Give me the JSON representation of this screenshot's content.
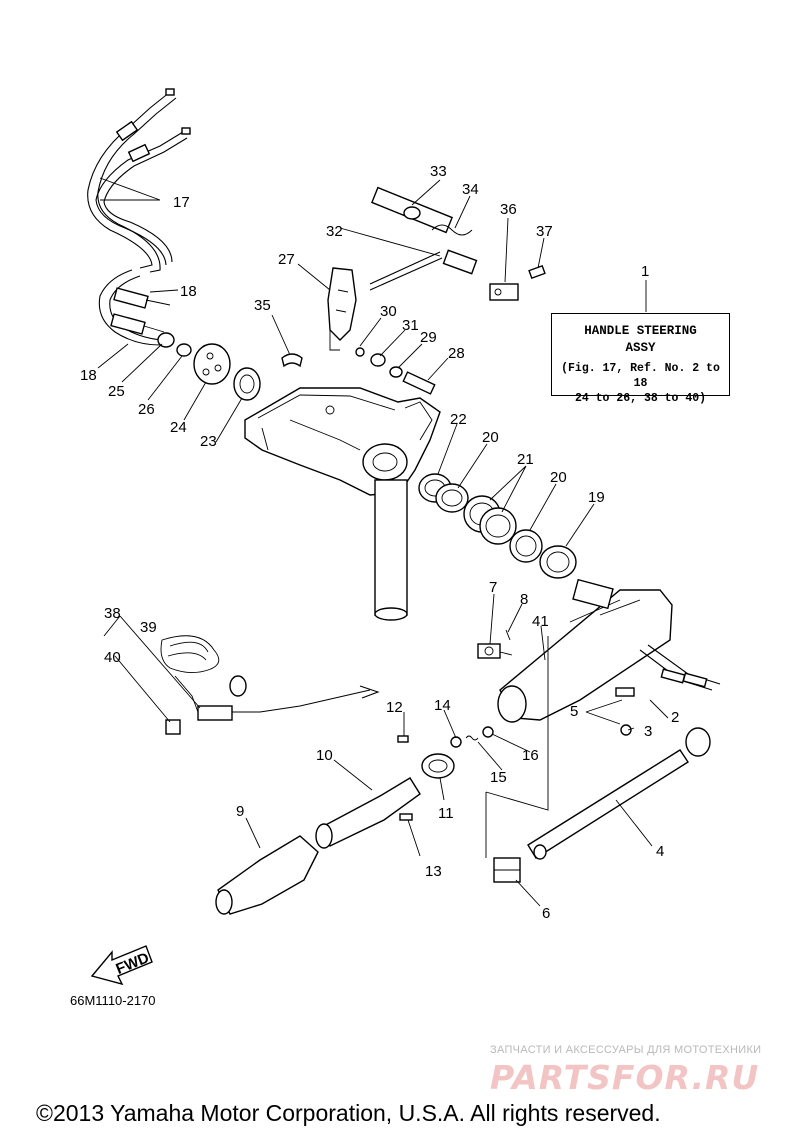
{
  "callout": {
    "number": "1",
    "title": "HANDLE STEERING\nASSY",
    "reference": "(Fig. 17, Ref. No. 2 to 18\n24 to 26, 38 to 40)"
  },
  "part_labels": [
    "2",
    "3",
    "4",
    "5",
    "6",
    "7",
    "8",
    "9",
    "10",
    "11",
    "12",
    "13",
    "14",
    "15",
    "16",
    "17",
    "18",
    "18",
    "19",
    "20",
    "20",
    "21",
    "22",
    "23",
    "24",
    "25",
    "26",
    "27",
    "28",
    "29",
    "30",
    "31",
    "32",
    "33",
    "34",
    "35",
    "36",
    "37",
    "38",
    "39",
    "40",
    "41"
  ],
  "arrow_text": "FWD",
  "diagram_code": "66M1110-2170",
  "watermark": {
    "tagline": "ЗАПЧАСТИ И АКСЕССУАРЫ ДЛЯ МОТОТЕХНИКИ",
    "logo": "PARTSFOR.RU"
  },
  "copyright": "©2013 Yamaha Motor Corporation, U.S.A. All rights reserved."
}
